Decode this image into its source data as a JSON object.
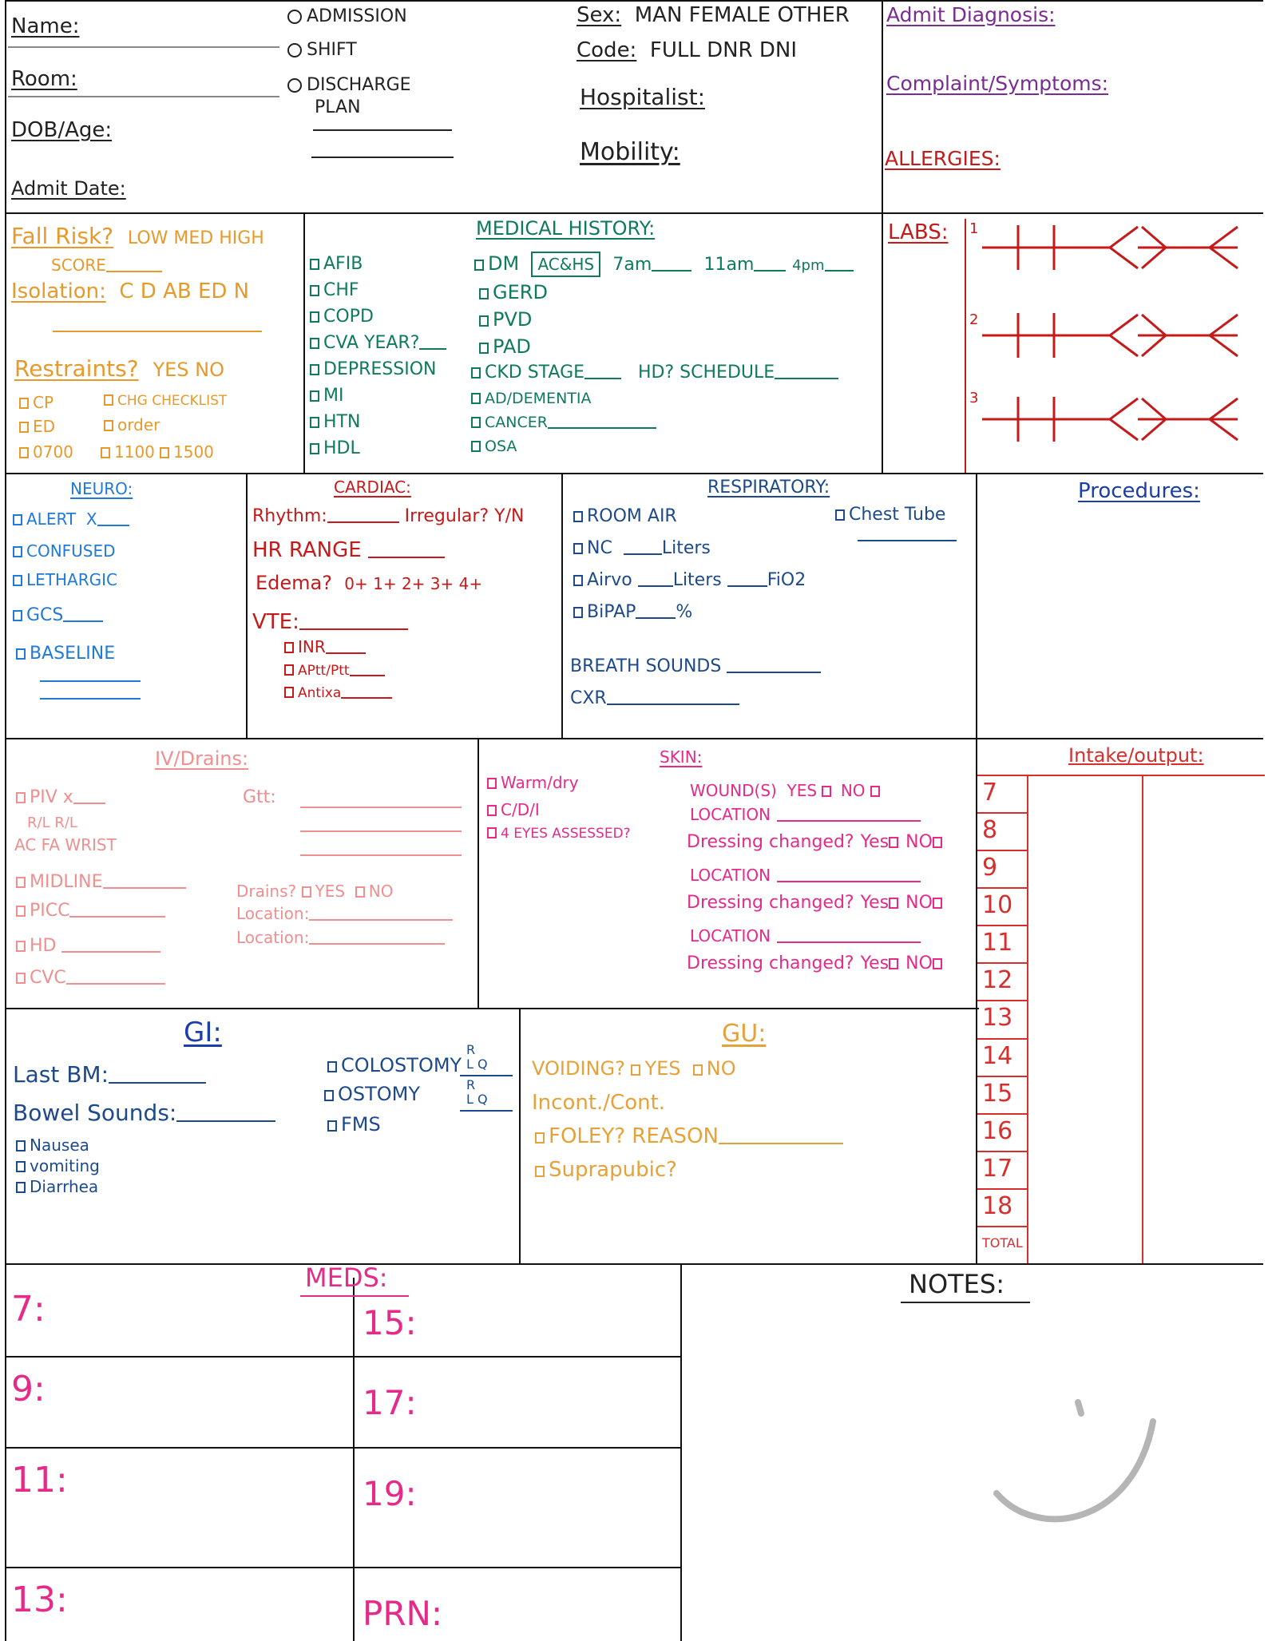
{
  "header": {
    "name": "Name:",
    "room": "Room:",
    "dob_age": "DOB/Age:",
    "admit_date": "Admit Date:",
    "admission": "ADMISSION",
    "shift": "SHIFT",
    "discharge": "DISCHARGE",
    "plan": "PLAN",
    "sex_label": "Sex:",
    "sex_options": "MAN  FEMALE  OTHER",
    "code_label": "Code:",
    "code_options": "FULL  DNR  DNI",
    "hospitalist": "Hospitalist:",
    "mobility": "Mobility:",
    "admit_diagnosis": "Admit Diagnosis:",
    "complaint": "Complaint/Symptoms:",
    "allergies": "ALLERGIES:"
  },
  "fall": {
    "fall_risk": "Fall Risk?",
    "levels": "LOW  MED  HIGH",
    "score": "SCORE",
    "isolation": "Isolation:",
    "isolation_opts": "C  D  AB  ED  N",
    "restraints": "Restraints?",
    "restraints_opts": "YES   NO",
    "cp": "CP",
    "chg": "CHG CHECKLIST",
    "ed": "ED",
    "order": "order",
    "t0700": "0700",
    "t1100": "1100",
    "t1500": "1500"
  },
  "medical_history": {
    "title": "MEDICAL HISTORY:",
    "left": [
      "AFIB",
      "CHF",
      "COPD",
      "CVA YEAR?",
      "DEPRESSION",
      "MI",
      "HTN",
      "HDL"
    ],
    "dm": "DM",
    "achs": "AC&HS",
    "t7": "7am",
    "t11": "11am",
    "t4": "4pm",
    "right": [
      "GERD",
      "PVD",
      "PAD"
    ],
    "ckd": "CKD STAGE",
    "hd": "HD? SCHEDULE",
    "more": [
      "AD/DEMENTIA",
      "CANCER",
      "OSA"
    ]
  },
  "labs": {
    "title": "LABS:",
    "n1": "1",
    "n2": "2",
    "n3": "3"
  },
  "neuro": {
    "title": "NEURO:",
    "alert": "ALERT",
    "x": "X",
    "confused": "CONFUSED",
    "lethargic": "LETHARGIC",
    "gcs": "GCS",
    "baseline": "BASELINE"
  },
  "cardiac": {
    "title": "CARDIAC:",
    "rhythm": "Rhythm:",
    "irregular": "Irregular? Y/N",
    "hr": "HR RANGE",
    "edema": "Edema?",
    "edema_opts": "0+  1+  2+  3+  4+",
    "vte": "VTE:",
    "inr": "INR",
    "aptt": "APtt/Ptt",
    "antixa": "Antixa"
  },
  "respiratory": {
    "title": "RESPIRATORY:",
    "room_air": "ROOM AIR",
    "chest_tube": "Chest Tube",
    "nc": "NC",
    "liters": "Liters",
    "airvo": "Airvo",
    "liters2": "Liters",
    "fio2": "FiO2",
    "bipap": "BiPAP",
    "pct": "%",
    "breath": "BREATH SOUNDS",
    "cxr": "CXR"
  },
  "procedures": {
    "title": "Procedures:"
  },
  "iv": {
    "title": "IV/Drains:",
    "piv": "PIV x",
    "rl": "R/L  R/L",
    "sites": "AC FA WRIST",
    "gtt": "Gtt:",
    "midline": "MIDLINE",
    "picc": "PICC",
    "hd": "HD",
    "cvc": "CVC",
    "drains": "Drains?",
    "yes": "YES",
    "no": "NO",
    "location1": "Location:",
    "location2": "Location:"
  },
  "skin": {
    "title": "SKIN:",
    "warm": "Warm/dry",
    "cdi": "C/D/I",
    "eyes": "4 EYES ASSESSED?",
    "wounds": "WOUND(S)",
    "yes": "YES",
    "no": "NO",
    "location": "LOCATION",
    "dressing": "Dressing changed?",
    "yes2": "Yes",
    "no2": "NO"
  },
  "io": {
    "title": "Intake/output:",
    "hours": [
      "7",
      "8",
      "9",
      "10",
      "11",
      "12",
      "13",
      "14",
      "15",
      "16",
      "17",
      "18",
      "TOTAL"
    ]
  },
  "gi": {
    "title": "GI:",
    "last_bm": "Last BM:",
    "bowel": "Bowel Sounds:",
    "nausea": "Nausea",
    "vomiting": "vomiting",
    "diarrhea": "Diarrhea",
    "colostomy": "COLOSTOMY",
    "ostomy": "OSTOMY",
    "fms": "FMS",
    "rq": "R",
    "lq": "L",
    "q": "Q"
  },
  "gu": {
    "title": "GU:",
    "voiding": "VOIDING?",
    "yes": "YES",
    "no": "NO",
    "incont": "Incont./Cont.",
    "foley": "FOLEY? REASON",
    "suprapubic": "Suprapubic?"
  },
  "meds": {
    "title": "MEDS:",
    "left": [
      "7:",
      "9:",
      "11:",
      "13:"
    ],
    "right": [
      "15:",
      "17:",
      "19:",
      "PRN:"
    ]
  },
  "notes": {
    "title": "NOTES:"
  }
}
